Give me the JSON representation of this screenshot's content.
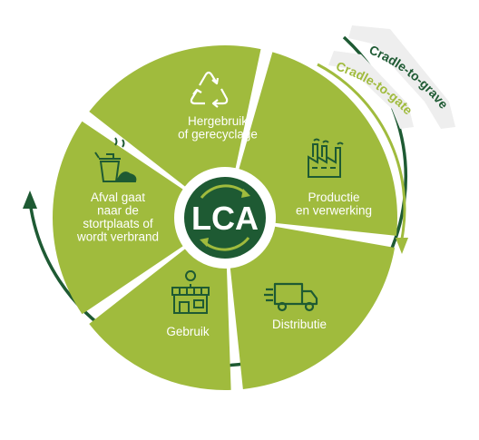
{
  "diagram": {
    "center_label": "LCA",
    "segments": [
      {
        "id": "recycle",
        "lines": [
          "Hergebruik",
          "of gerecyclage"
        ],
        "icon": "recycle-icon"
      },
      {
        "id": "production",
        "lines": [
          "Productie",
          "en verwerking"
        ],
        "icon": "factory-icon"
      },
      {
        "id": "distribution",
        "lines": [
          "Distributie"
        ],
        "icon": "truck-icon"
      },
      {
        "id": "use",
        "lines": [
          "Gebruik"
        ],
        "icon": "shop-icon"
      },
      {
        "id": "waste",
        "lines": [
          "Afval gaat",
          "naar de",
          "stortplaats of",
          "wordt verbrand"
        ],
        "icon": "trash-icon"
      }
    ],
    "arcs": {
      "outer_label": "Cradle-to-grave",
      "inner_label": "Cradle-to-gate"
    }
  },
  "colors": {
    "segment_fill": "#a0bb3d",
    "dark_green": "#1e5a33",
    "light_green": "#a0bb3d",
    "white": "#ffffff",
    "label_badge": "#f0f0f0"
  }
}
